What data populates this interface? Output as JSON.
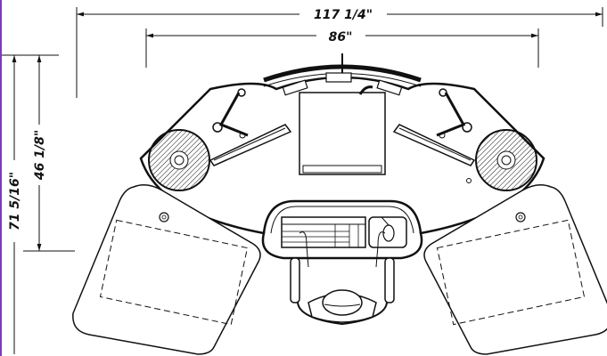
{
  "dimensions": {
    "overall_width": "117 1/4\"",
    "desk_width": "86\"",
    "overall_depth": "71 5/16\"",
    "desk_depth": "46 1/8\""
  },
  "colors": {
    "line": "#111111",
    "frame": "#7a3db8"
  }
}
